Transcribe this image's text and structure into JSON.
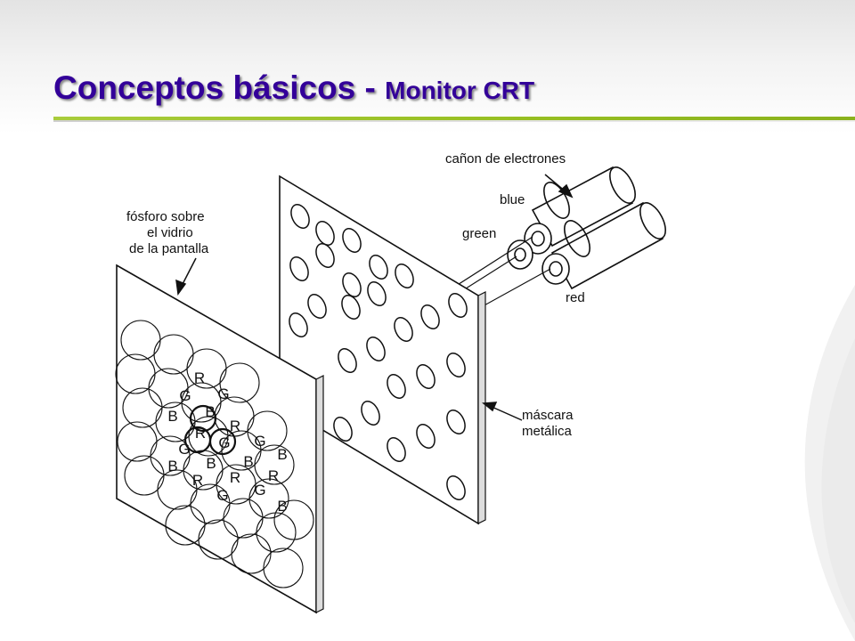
{
  "title": {
    "main": "Conceptos básicos - ",
    "sub": "Monitor CRT"
  },
  "labels": {
    "electron_gun": "cañon de electrones",
    "blue": "blue",
    "green": "green",
    "red": "red",
    "phosphor_line1": "fósforo sobre",
    "phosphor_line2": "el vidrio",
    "phosphor_line3": "de la pantalla",
    "mask_line1": "máscara",
    "mask_line2": "metálica"
  },
  "phosphor_letters": [
    {
      "c": "R"
    },
    {
      "c": "G"
    },
    {
      "c": "G"
    },
    {
      "c": "B"
    },
    {
      "c": "B"
    },
    {
      "c": "R"
    },
    {
      "c": "R"
    },
    {
      "c": "G"
    },
    {
      "c": "G"
    },
    {
      "c": "B"
    },
    {
      "c": "B"
    },
    {
      "c": "B"
    },
    {
      "c": "R"
    },
    {
      "c": "B"
    },
    {
      "c": "R"
    },
    {
      "c": "R"
    },
    {
      "c": "G"
    },
    {
      "c": "G"
    },
    {
      "c": "B"
    }
  ],
  "colors": {
    "title": "#330099",
    "accent_rule": "#98c023"
  }
}
